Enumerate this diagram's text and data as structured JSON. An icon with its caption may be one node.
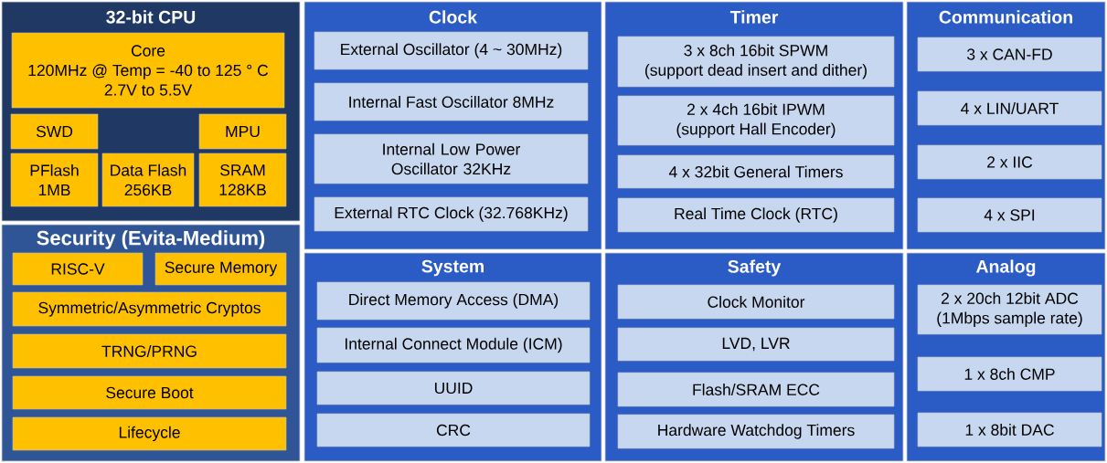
{
  "diagram": {
    "nodes": [
      {
        "text": [
          "32-bit CPU"
        ]
      },
      {
        "text": [
          "Core",
          "120MHz @ Temp = -40 to 125 ° C",
          "2.7V to 5.5V"
        ],
        "in": 0
      },
      {
        "text": [
          "SWD"
        ],
        "in": 0
      },
      {
        "text": [
          "MPU"
        ],
        "in": 0
      },
      {
        "text": [
          "PFlash",
          "1MB"
        ],
        "in": 0
      },
      {
        "text": [
          "Data Flash",
          "256KB"
        ],
        "in": 0
      },
      {
        "text": [
          "SRAM",
          "128KB"
        ],
        "in": 0
      },
      {
        "text": [
          "Security (Evita-Medium)"
        ]
      },
      {
        "text": [
          "RISC-V"
        ],
        "in": 7
      },
      {
        "text": [
          "Secure Memory"
        ],
        "in": 7
      },
      {
        "text": [
          "Symmetric/Asymmetric Cryptos"
        ],
        "in": 7
      },
      {
        "text": [
          "TRNG/PRNG"
        ],
        "in": 7
      },
      {
        "text": [
          "Secure Boot"
        ],
        "in": 7
      },
      {
        "text": [
          "Lifecycle"
        ],
        "in": 7
      },
      {
        "text": [
          "Clock"
        ]
      },
      {
        "text": [
          "External Oscillator (4 ~ 30MHz)"
        ],
        "in": 14
      },
      {
        "text": [
          "Internal Fast Oscillator 8MHz"
        ],
        "in": 14
      },
      {
        "text": [
          "Internal Low Power Oscillator 32KHz"
        ],
        "in": 14
      },
      {
        "text": [
          "External RTC Clock (32.768KHz)"
        ],
        "in": 14
      },
      {
        "text": [
          "Timer"
        ]
      },
      {
        "text": [
          "3 x 8ch 16bit SPWM",
          "(support dead insert and dither)"
        ],
        "in": 19
      },
      {
        "text": [
          "2 x 4ch 16bit IPWM",
          "(support Hall Encoder)"
        ],
        "in": 19
      },
      {
        "text": [
          "4 x 32bit General Timers"
        ],
        "in": 19
      },
      {
        "text": [
          "Real Time Clock (RTC)"
        ],
        "in": 19
      },
      {
        "text": [
          "Communication"
        ]
      },
      {
        "text": [
          "3 x CAN-FD"
        ],
        "in": 24
      },
      {
        "text": [
          "4 x LIN/UART"
        ],
        "in": 24
      },
      {
        "text": [
          "2 x IIC"
        ],
        "in": 24
      },
      {
        "text": [
          "4 x SPI"
        ],
        "in": 24
      },
      {
        "text": [
          "System"
        ]
      },
      {
        "text": [
          "Direct Memory Access (DMA)"
        ],
        "in": 29
      },
      {
        "text": [
          "Internal Connect Module (ICM)"
        ],
        "in": 29
      },
      {
        "text": [
          "UUID"
        ],
        "in": 29
      },
      {
        "text": [
          "CRC"
        ],
        "in": 29
      },
      {
        "text": [
          "Safety"
        ]
      },
      {
        "text": [
          "Clock Monitor"
        ],
        "in": 34
      },
      {
        "text": [
          "LVD, LVR"
        ],
        "in": 34
      },
      {
        "text": [
          "Flash/SRAM ECC"
        ],
        "in": 34
      },
      {
        "text": [
          "Hardware Watchdog Timers"
        ],
        "in": 34
      },
      {
        "text": [
          "Analog"
        ]
      },
      {
        "text": [
          "2 x 20ch 12bit ADC",
          "(1Mbps sample rate)"
        ],
        "in": 39
      },
      {
        "text": [
          "1 x 8ch CMP"
        ],
        "in": 39
      },
      {
        "text": [
          "1 x 8bit DAC"
        ],
        "in": 39
      }
    ]
  }
}
